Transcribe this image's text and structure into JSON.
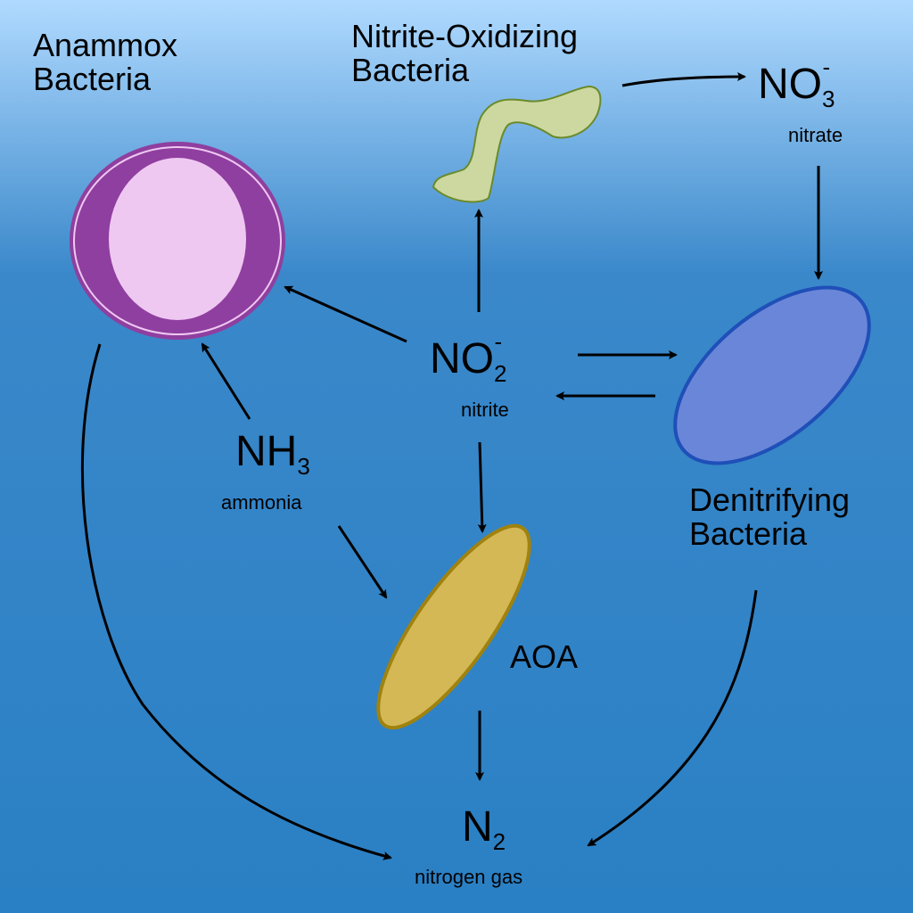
{
  "colors": {
    "bg_top": "#b0daff",
    "bg_mid": "#3585c8",
    "bg_bottom": "#2a80c4",
    "anammox_outer": "#8f3f9f",
    "anammox_inner": "#efc8f2",
    "nob_fill": "#ccd8a0",
    "nob_stroke": "#6b8a2a",
    "denit_fill": "#6a86d8",
    "denit_stroke": "#1f4fb8",
    "aoa_fill": "#d4b855",
    "aoa_stroke": "#a0820f",
    "arrow": "#000000"
  },
  "organisms": {
    "anammox": {
      "line1": "Anammox",
      "line2": "Bacteria"
    },
    "nob": {
      "line1": "Nitrite-Oxidizing",
      "line2": "Bacteria"
    },
    "denitrifying": {
      "line1": "Denitrifying",
      "line2": "Bacteria"
    },
    "aoa": {
      "label": "AOA"
    }
  },
  "compounds": {
    "nitrate": {
      "base": "NO",
      "sub": "3",
      "sup": "-",
      "name": "nitrate"
    },
    "nitrite": {
      "base": "NO",
      "sub": "2",
      "sup": "-",
      "name": "nitrite"
    },
    "ammonia": {
      "base": "NH",
      "sub": "3",
      "name": "ammonia"
    },
    "nitrogen": {
      "base": "N",
      "sub": "2",
      "name": "nitrogen gas"
    }
  }
}
